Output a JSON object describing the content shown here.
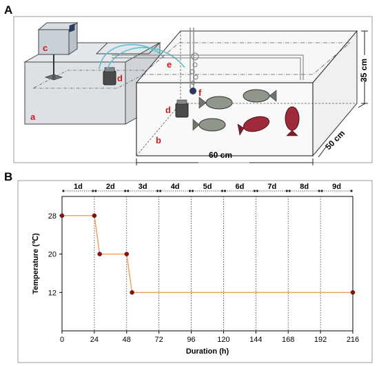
{
  "panel_a": {
    "letter": "A",
    "labels": {
      "a": "a",
      "b": "b",
      "c": "c",
      "d1": "d",
      "d2": "d",
      "e": "e",
      "f": "f"
    },
    "dimensions": {
      "length": "60 cm",
      "height": "35 cm",
      "width": "50 cm"
    }
  },
  "panel_b": {
    "letter": "B"
  },
  "chart_data": {
    "type": "line",
    "title": "",
    "xlabel": "Duration (h)",
    "ylabel": "Temperature (℃)",
    "xlim": [
      0,
      216
    ],
    "ylim": [
      4,
      32
    ],
    "x_ticks": [
      0,
      24,
      48,
      72,
      96,
      120,
      144,
      168,
      192,
      216
    ],
    "y_ticks": [
      12,
      20,
      28
    ],
    "grid": "vertical dotted lines at day boundaries",
    "day_labels": [
      "1d",
      "2d",
      "3d",
      "4d",
      "5d",
      "6d",
      "7d",
      "8d",
      "9d"
    ],
    "series": [
      {
        "color": "#f0a050",
        "marker_color": "#8b1010",
        "points": [
          [
            0,
            28
          ],
          [
            24,
            28
          ],
          [
            28,
            20
          ],
          [
            48,
            20
          ],
          [
            52,
            12
          ],
          [
            216,
            12
          ]
        ]
      }
    ]
  }
}
